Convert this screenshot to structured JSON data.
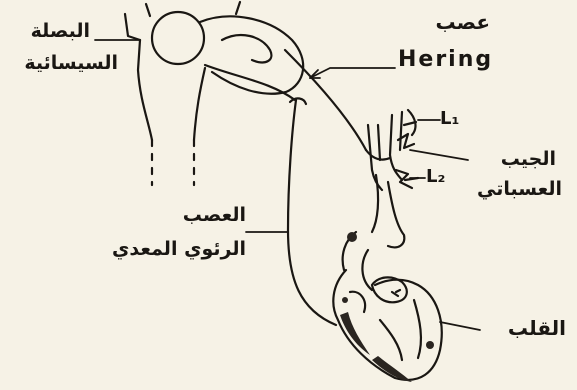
{
  "labels": {
    "bulb_line1": "البصلة",
    "bulb_line2": "السيسائية",
    "hering_line1": "عصب",
    "hering_line2": "Hering",
    "l1": "L₁",
    "l2": "L₂",
    "sinus_line1": "الجيب",
    "sinus_line2": "العسباتي",
    "vagus_line1": "العصب",
    "vagus_line2": "الرئوي المعدي",
    "heart": "القلب"
  },
  "colors": {
    "ink": "#1a1713",
    "paper": "#f6f2e6",
    "shade": "#2a2520"
  }
}
